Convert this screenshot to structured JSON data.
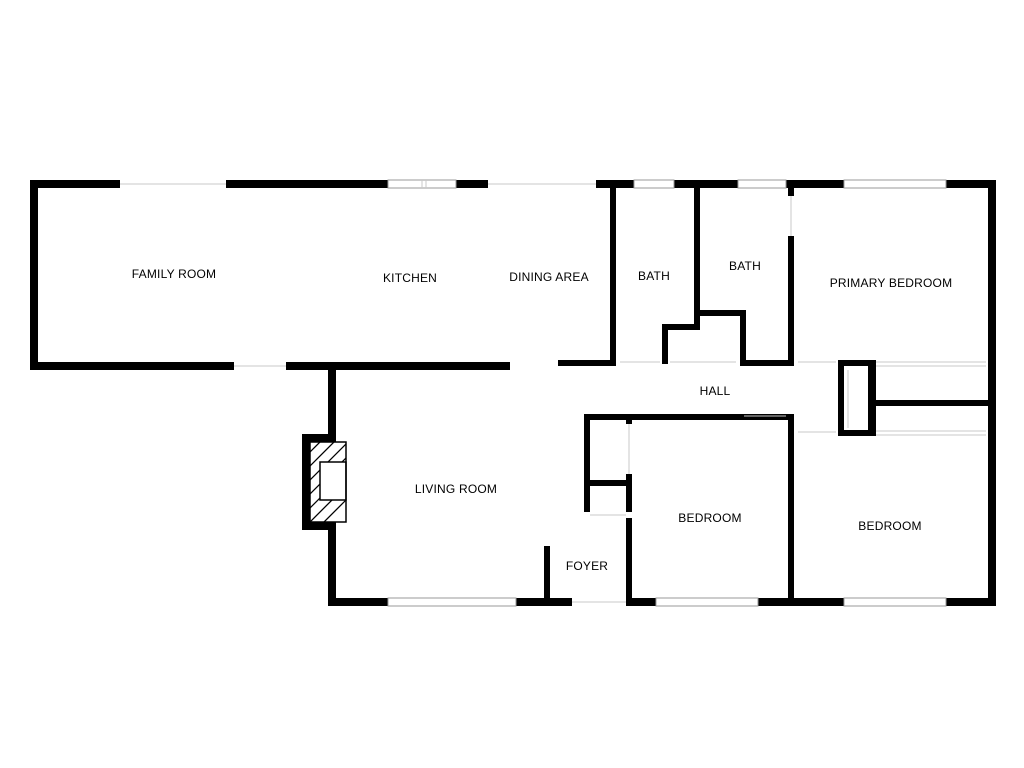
{
  "floor_plan": {
    "rooms": {
      "family_room": "FAMILY ROOM",
      "kitchen": "KITCHEN",
      "dining_area": "DINING AREA",
      "bath_1": "BATH",
      "bath_2": "BATH",
      "primary_bedroom": "PRIMARY BEDROOM",
      "hall": "HALL",
      "living_room": "LIVING ROOM",
      "foyer": "FOYER",
      "bedroom_1": "BEDROOM",
      "bedroom_2": "BEDROOM"
    },
    "colors": {
      "wall": "#000000",
      "background": "#ffffff",
      "window_frame": "#9a9a9a"
    }
  }
}
